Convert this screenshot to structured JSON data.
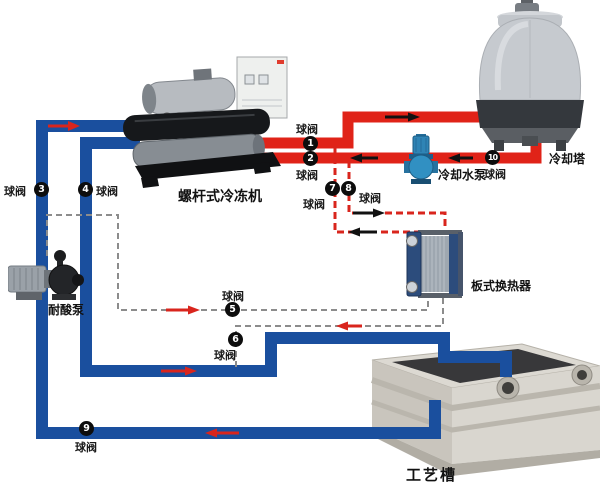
{
  "diagram": {
    "background": "#ffffff",
    "colors": {
      "chilled_water_pipe_blue": "#1a4f9e",
      "cooling_water_pipe_red": "#e02318",
      "bypass_dashed_red": "#d9251d",
      "process_dashed_gray": "#8c8c8c",
      "valve_fill": "#0d0d0d",
      "valve_text": "#ffffff"
    },
    "equipment": {
      "chiller": {
        "label": "螺杆式冷冻机"
      },
      "cooling_tower": {
        "label": "冷却塔"
      },
      "cooling_water_pump": {
        "label": "冷却水泵"
      },
      "plate_heat_exchanger": {
        "label": "板式换热器"
      },
      "acid_pump": {
        "label": "耐酸泵"
      },
      "process_tank": {
        "label": "工艺槽"
      }
    },
    "valves": [
      {
        "num": "1",
        "label": "球阀"
      },
      {
        "num": "2",
        "label": "球阀"
      },
      {
        "num": "3",
        "label": "球阀"
      },
      {
        "num": "4",
        "label": "球阀"
      },
      {
        "num": "5",
        "label": "球阀"
      },
      {
        "num": "6",
        "label": "球阀"
      },
      {
        "num": "7",
        "label": "球阀"
      },
      {
        "num": "8",
        "label": "球阀"
      },
      {
        "num": "9",
        "label": "球阀"
      },
      {
        "num": "10",
        "label": "球阀"
      }
    ]
  }
}
